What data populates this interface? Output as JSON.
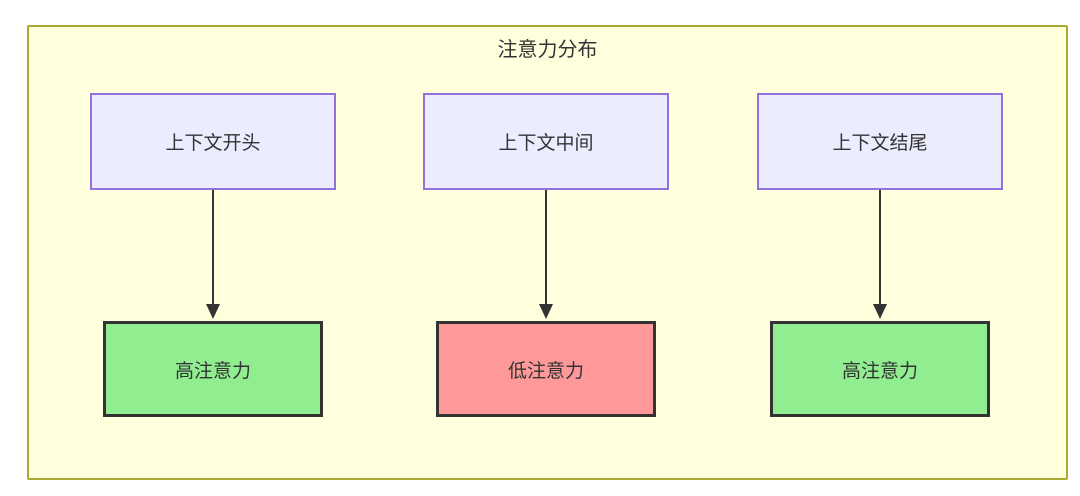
{
  "diagram": {
    "title": "注意力分布",
    "container_fill": "#ffffde",
    "container_border": "#aaaa33",
    "arrow_color": "#333333",
    "text_color": "#333333"
  },
  "top_nodes": [
    {
      "label": "上下文开头",
      "fill": "#ECECFF",
      "border": "#9370DB"
    },
    {
      "label": "上下文中间",
      "fill": "#ECECFF",
      "border": "#9370DB"
    },
    {
      "label": "上下文结尾",
      "fill": "#ECECFF",
      "border": "#9370DB"
    }
  ],
  "bottom_nodes": [
    {
      "label": "高注意力",
      "fill": "#90EE90",
      "border": "#333333"
    },
    {
      "label": "低注意力",
      "fill": "#FF9999",
      "border": "#333333"
    },
    {
      "label": "高注意力",
      "fill": "#90EE90",
      "border": "#333333"
    }
  ],
  "edges": [
    {
      "from": "上下文开头",
      "to": "高注意力"
    },
    {
      "from": "上下文中间",
      "to": "低注意力"
    },
    {
      "from": "上下文结尾",
      "to": "高注意力"
    }
  ]
}
